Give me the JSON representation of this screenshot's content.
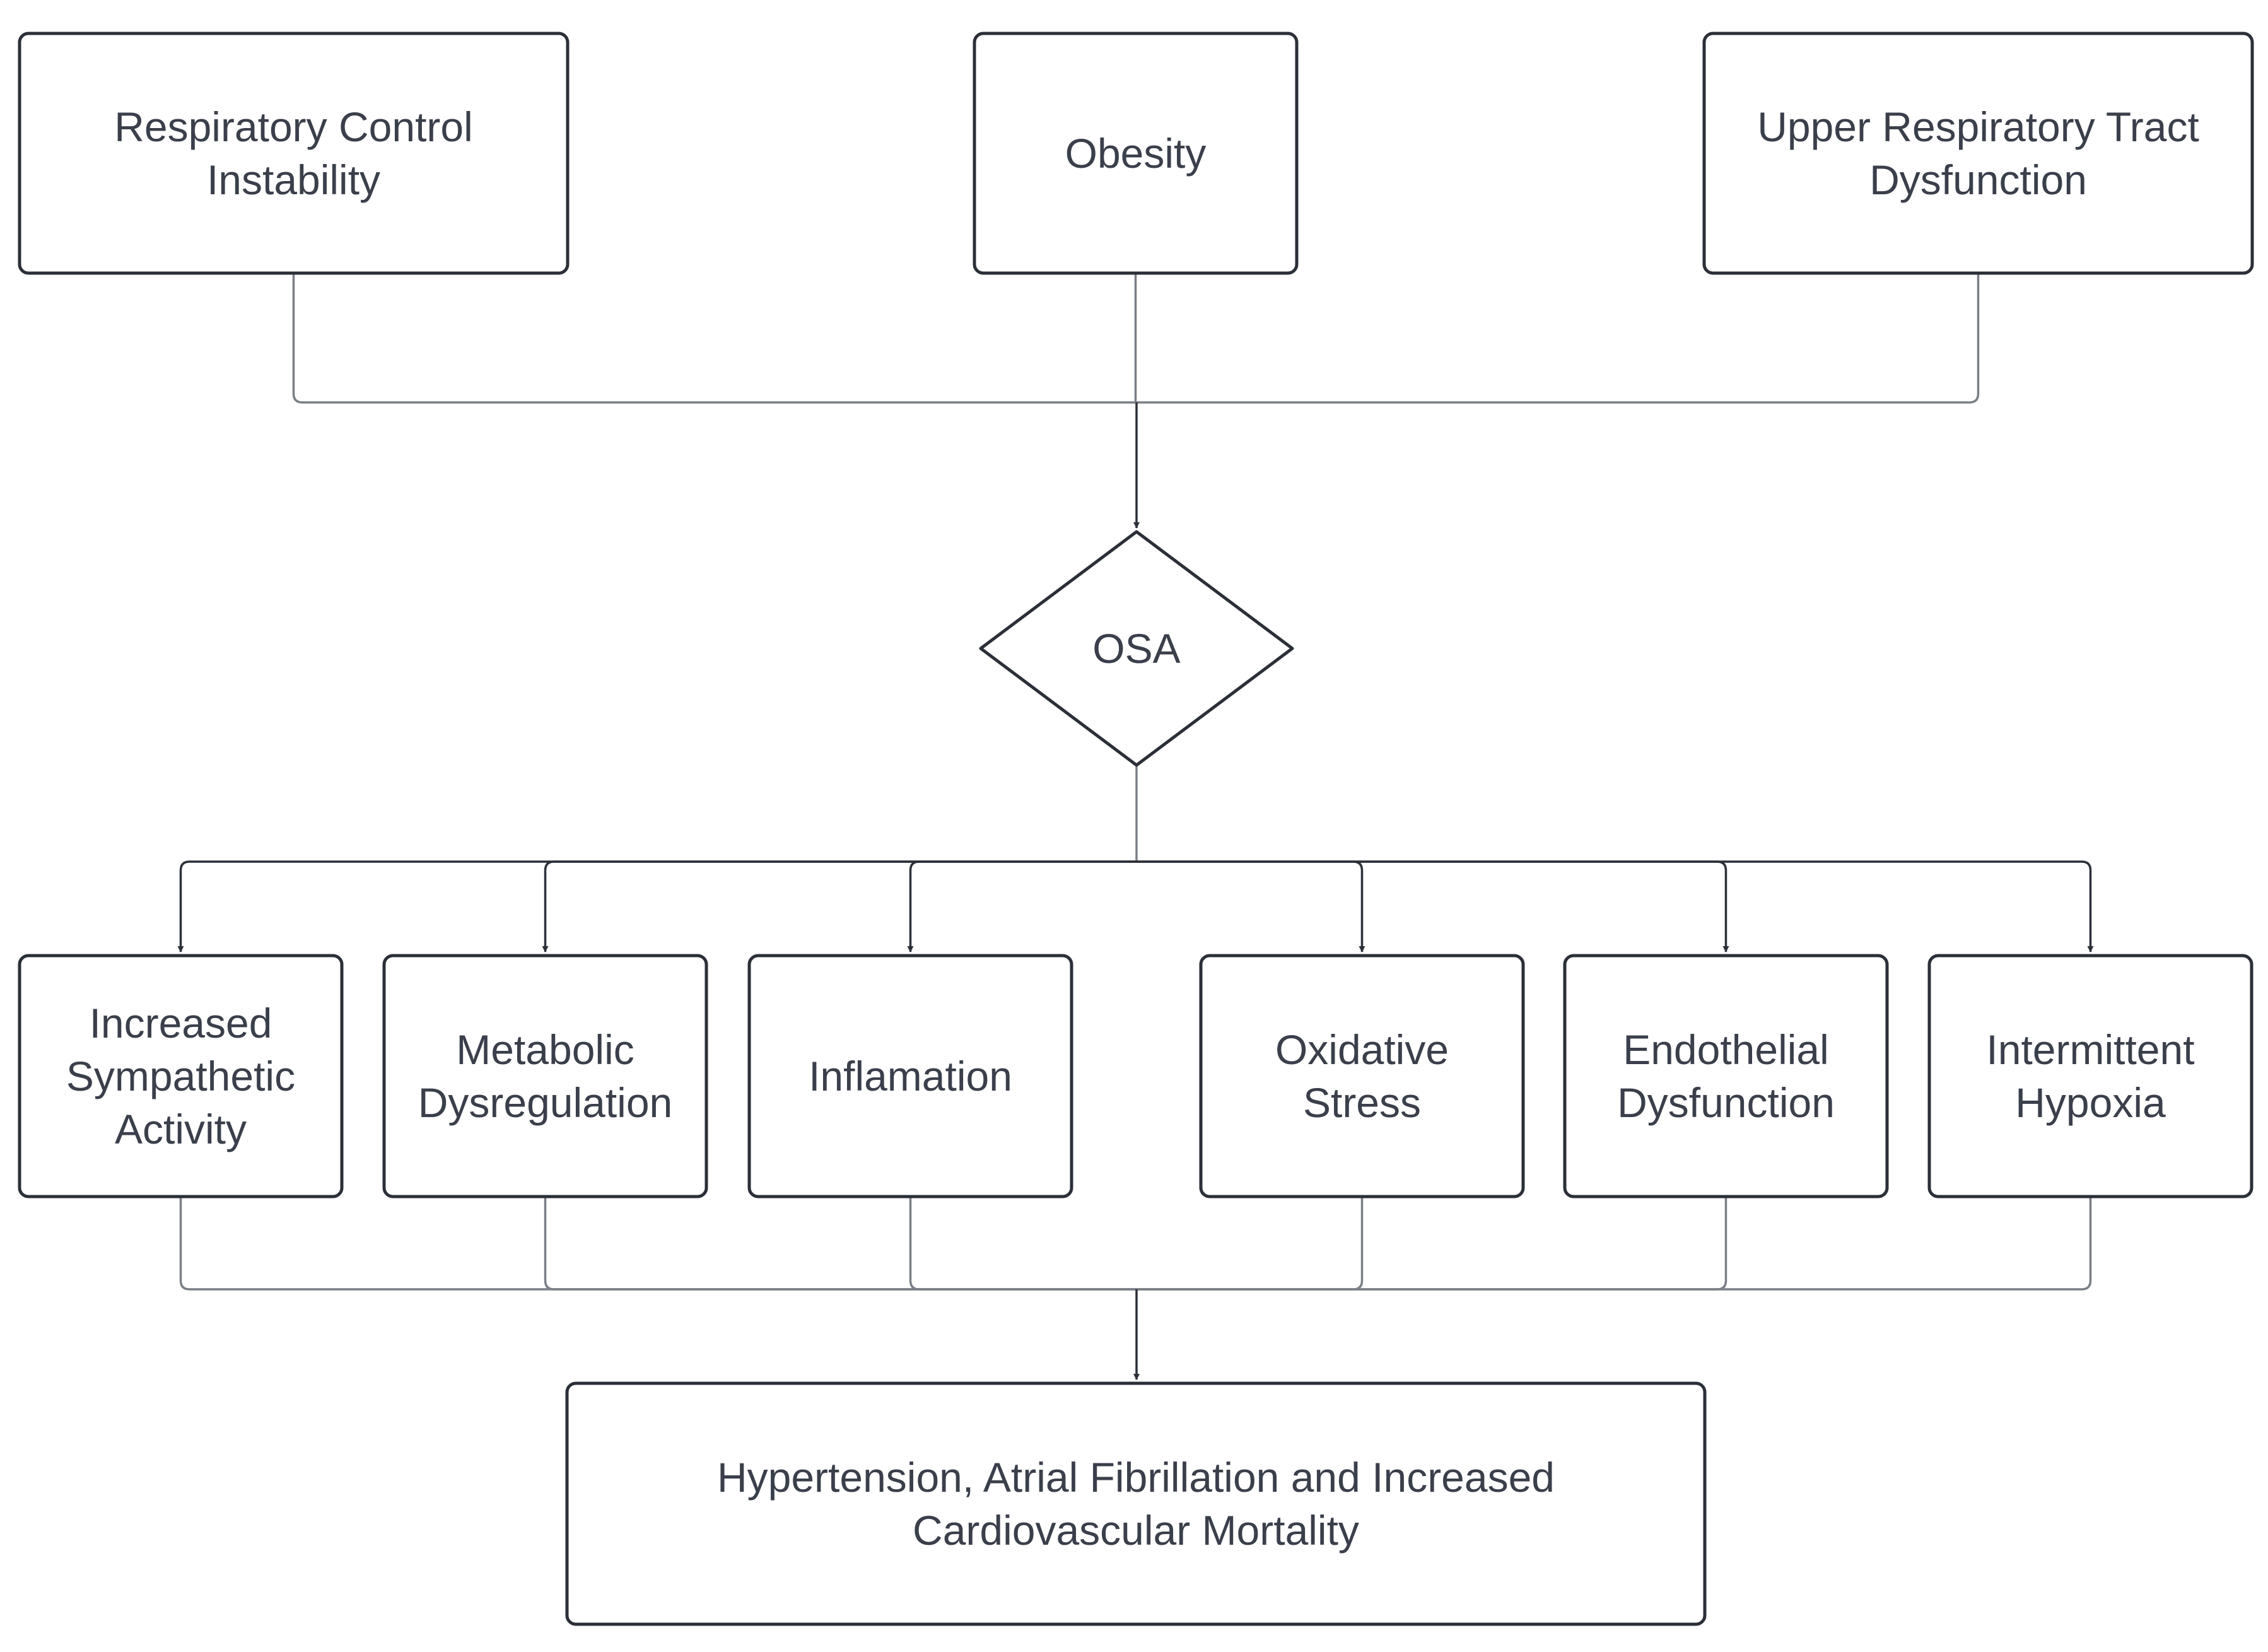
{
  "causes": [
    {
      "id": "respiratory-control-instability",
      "lines": [
        "Respiratory Control",
        "Instability"
      ]
    },
    {
      "id": "obesity",
      "lines": [
        "Obesity"
      ]
    },
    {
      "id": "upper-respiratory-tract-dysfunction",
      "lines": [
        "Upper Respiratory Tract",
        "Dysfunction"
      ]
    }
  ],
  "center": {
    "id": "osa",
    "lines": [
      "OSA"
    ]
  },
  "mechanisms": [
    {
      "id": "increased-sympathetic-activity",
      "lines": [
        "Increased",
        "Sympathetic",
        "Activity"
      ]
    },
    {
      "id": "metabolic-dysregulation",
      "lines": [
        "Metabolic",
        "Dysregulation"
      ]
    },
    {
      "id": "inflamation",
      "lines": [
        "Inflamation"
      ]
    },
    {
      "id": "oxidative-stress",
      "lines": [
        "Oxidative",
        "Stress"
      ]
    },
    {
      "id": "endothelial-dysfunction",
      "lines": [
        "Endothelial",
        "Dysfunction"
      ]
    },
    {
      "id": "intermittent-hypoxia",
      "lines": [
        "Intermittent",
        "Hypoxia"
      ]
    }
  ],
  "outcome": {
    "id": "outcome",
    "lines": [
      "Hypertension, Atrial Fibrillation and Increased",
      "Cardiovascular Mortality"
    ]
  }
}
